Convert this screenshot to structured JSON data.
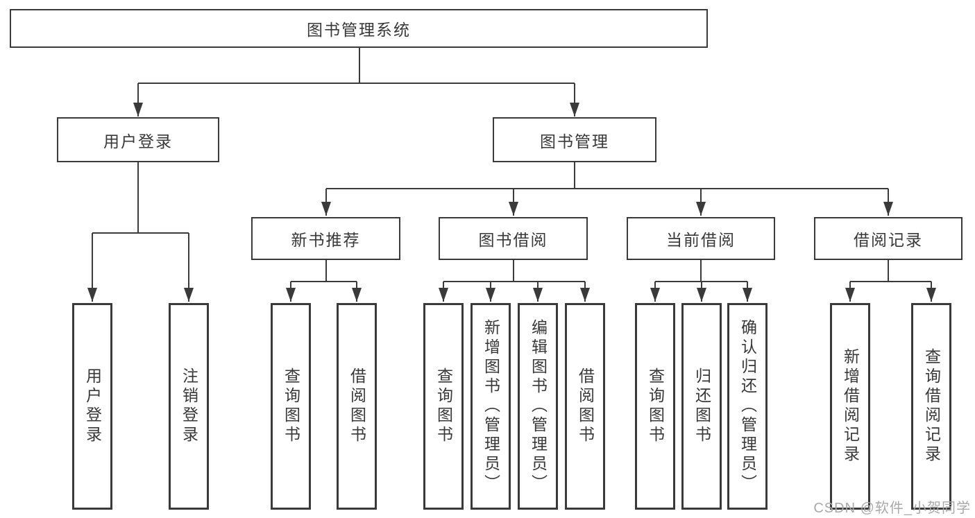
{
  "diagram": {
    "type": "tree",
    "root": {
      "label": "图书管理系统"
    },
    "level2": [
      {
        "label": "用户登录"
      },
      {
        "label": "图书管理"
      }
    ],
    "level3": [
      {
        "label": "新书推荐",
        "parent": "图书管理"
      },
      {
        "label": "图书借阅",
        "parent": "图书管理"
      },
      {
        "label": "当前借阅",
        "parent": "图书管理"
      },
      {
        "label": "借阅记录",
        "parent": "图书管理"
      }
    ],
    "leaves": [
      {
        "label": "用户登录",
        "parent": "用户登录"
      },
      {
        "label": "注销登录",
        "parent": "用户登录"
      },
      {
        "label": "查询图书",
        "parent": "新书推荐"
      },
      {
        "label": "借阅图书",
        "parent": "新书推荐"
      },
      {
        "label": "查询图书",
        "parent": "图书借阅"
      },
      {
        "label": "新增图书（管理员）",
        "parent": "图书借阅"
      },
      {
        "label": "编辑图书（管理员）",
        "parent": "图书借阅"
      },
      {
        "label": "借阅图书",
        "parent": "图书借阅"
      },
      {
        "label": "查询图书",
        "parent": "当前借阅"
      },
      {
        "label": "归还图书",
        "parent": "当前借阅"
      },
      {
        "label": "确认归还（管理员）",
        "parent": "当前借阅"
      },
      {
        "label": "新增借阅记录",
        "parent": "借阅记录"
      },
      {
        "label": "查询借阅记录",
        "parent": "借阅记录"
      }
    ]
  },
  "watermark": {
    "text": "CSDN @软件_小贺同学"
  },
  "colors": {
    "line": "#3a3a3a",
    "box_border": "#3a3a3a",
    "box_bg": "#ffffff",
    "text": "#383838",
    "watermark": "#a9a9a9",
    "background": "#ffffff"
  }
}
